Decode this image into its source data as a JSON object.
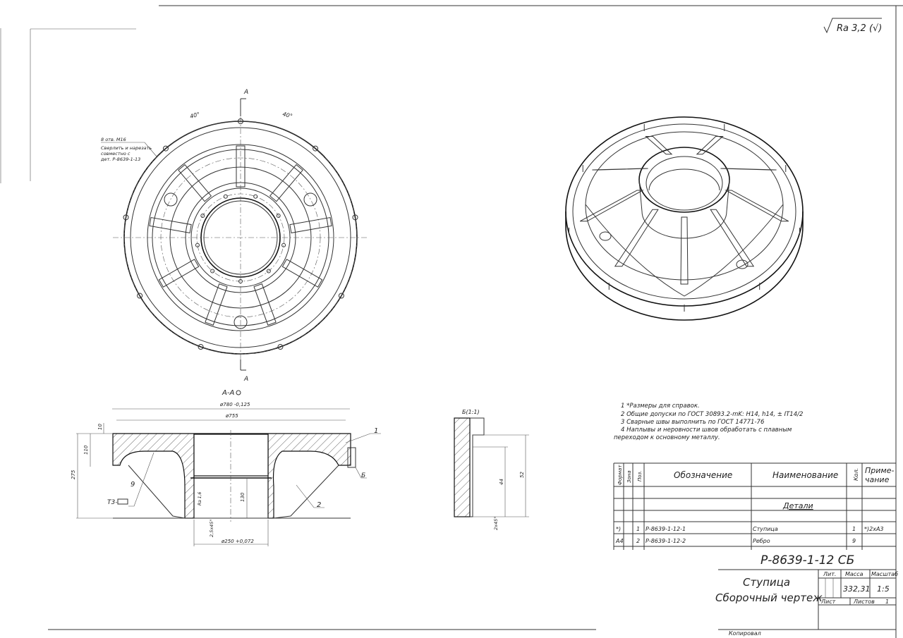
{
  "roughness": {
    "label": "Ra 3,2 (√)"
  },
  "top_view": {
    "section_marker_top": "А",
    "section_marker_bottom": "А",
    "angle_left": "40°",
    "angle_right": "40°",
    "hole_note": [
      "8 отв. М16",
      "Сверлить и нарезать",
      "совместно с",
      "дет. Р-8639-1-13"
    ]
  },
  "section_view": {
    "title": "А-А",
    "dim_outer": "ø780 -0,125",
    "dim_inner": "ø755",
    "dim_height": "275",
    "dim_flange": "110",
    "dim_top": "10",
    "dim_bore_depth": "130",
    "dim_roughness": "Ra 1,6",
    "dim_chamfer": "2,5х45°",
    "dim_bore": "ø250 +0,072",
    "weld_symbol": "Т3-",
    "callout_1": "1",
    "callout_2": "2",
    "callout_9": "9",
    "callout_detail": "Б"
  },
  "detail_view": {
    "title": "Б(1:1)",
    "dim_44": "44",
    "dim_52": "52",
    "dim_chamfer": "2х45°"
  },
  "notes": [
    "1  *Размеры для справок.",
    "2  Общие допуски по ГОСТ 30893.2-mK: H14, h14, ± IT14/2",
    "3  Сварные швы выполнить по ГОСТ 14771-76",
    "4  Наплывы и неровности швов обработать с плавным",
    "переходом к основному металлу."
  ],
  "spec_table": {
    "headers": [
      "Формат",
      "Зона",
      "Поз.",
      "Обозначение",
      "Наименование",
      "Кол.",
      "Приме-",
      "чание"
    ],
    "section": "Детали",
    "rows": [
      {
        "format": "*)",
        "zone": "",
        "pos": "1",
        "designation": "Р-8639-1-12-1",
        "name": "Ступица",
        "qty": "1",
        "note": "*)2хА3"
      },
      {
        "format": "А4",
        "zone": "",
        "pos": "2",
        "designation": "Р-8639-1-12-2",
        "name": "Ребро",
        "qty": "9",
        "note": ""
      }
    ]
  },
  "title_block": {
    "designation": "Р-8639-1-12 СБ",
    "name_line1": "Ступица",
    "name_line2": "Сборочный чертеж",
    "lit_label": "Лит.",
    "mass_label": "Масса",
    "scale_label": "Масштаб",
    "mass": "332,31",
    "scale": "1:5",
    "sheet_label": "Лист",
    "sheets_label": "Листов",
    "sheets": "1",
    "copied_label": "Копировал"
  }
}
